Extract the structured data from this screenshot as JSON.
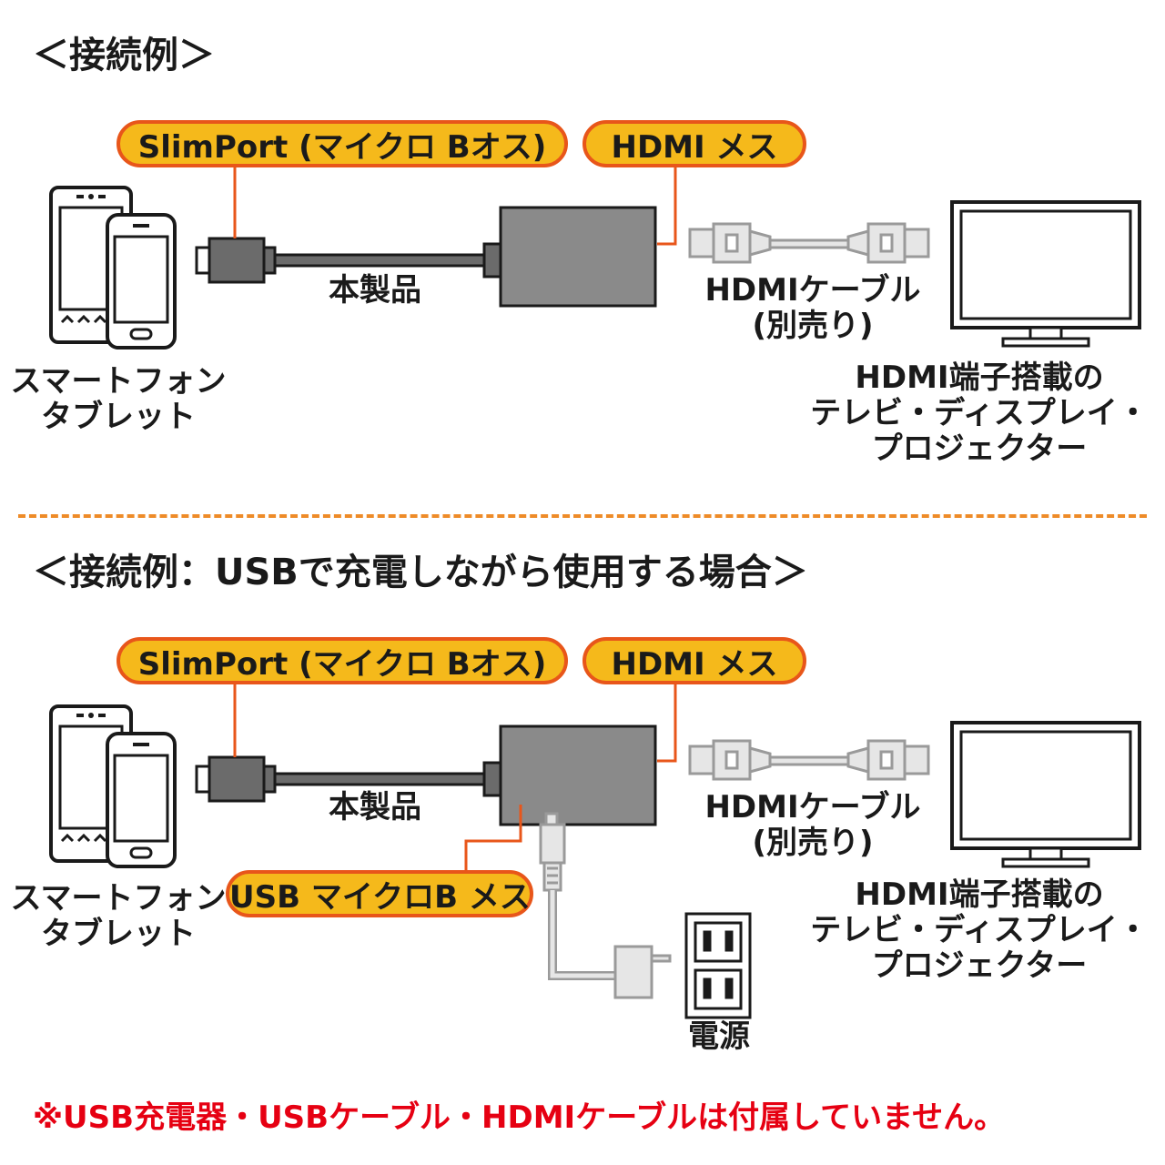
{
  "section1": {
    "heading": "＜接続例＞",
    "slimport_label": "SlimPort (マイクロ Bオス)",
    "hdmi_female_label": "HDMI メス",
    "product_label": "本製品",
    "cable_label_line1": "HDMIケーブル",
    "cable_label_line2": "(別売り)",
    "phone_label_line1": "スマートフォン",
    "phone_label_line2": "タブレット",
    "display_label_line1": "HDMI端子搭載の",
    "display_label_line2": "テレビ・ディスプレイ・",
    "display_label_line3": "プロジェクター"
  },
  "section2": {
    "heading": "＜接続例：USBで充電しながら使用する場合＞",
    "slimport_label": "SlimPort (マイクロ Bオス)",
    "hdmi_female_label": "HDMI メス",
    "usb_label": "USB マイクロB メス",
    "product_label": "本製品",
    "cable_label_line1": "HDMIケーブル",
    "cable_label_line2": "(別売り)",
    "phone_label_line1": "スマートフォン",
    "phone_label_line2": "タブレット",
    "display_label_line1": "HDMI端子搭載の",
    "display_label_line2": "テレビ・ディスプレイ・",
    "display_label_line3": "プロジェクター",
    "power_label": "電源"
  },
  "footnote": "※USB充電器・USBケーブル・HDMIケーブルは付属していません。",
  "colors": {
    "pill_fill": "#f5b91b",
    "accent_orange": "#e8561a",
    "divider": "#ee8b28",
    "note_red": "#e60012",
    "device_gray": "#9a9a9a"
  }
}
